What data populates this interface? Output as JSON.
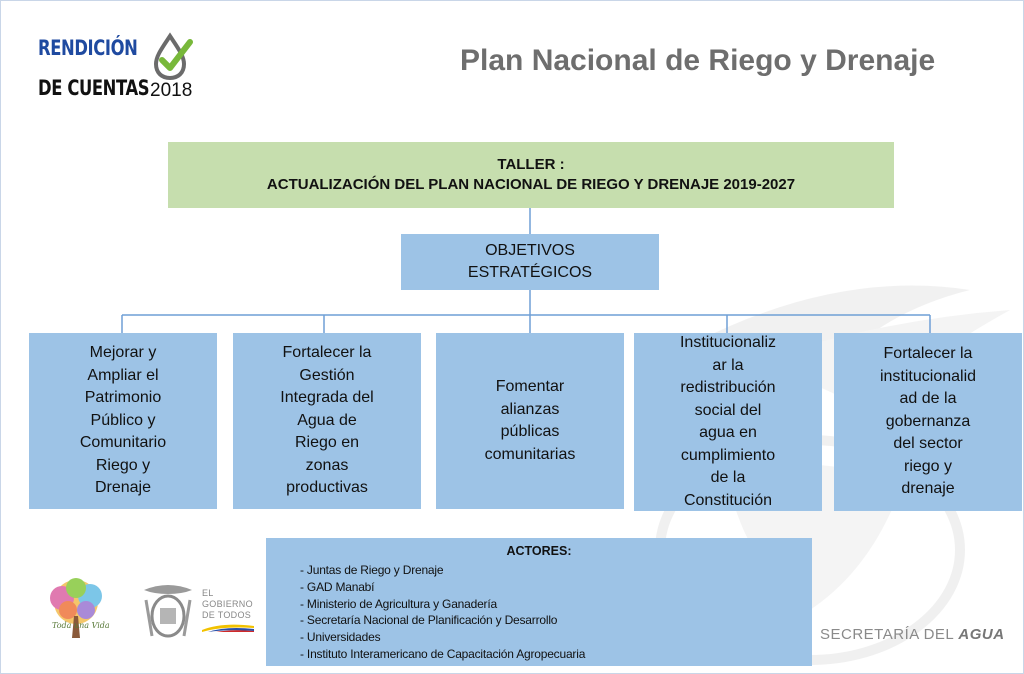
{
  "logo": {
    "line1": "RENDICIÓN",
    "line2": "DE CUENTAS",
    "year": "2018"
  },
  "title": "Plan Nacional de Riego y Drenaje",
  "taller": {
    "line1": "TALLER :",
    "line2": "ACTUALIZACIÓN DEL PLAN NACIONAL DE RIEGO Y DRENAJE 2019-2027"
  },
  "objetivos": {
    "line1": "OBJETIVOS",
    "line2": "ESTRATÉGICOS"
  },
  "objectives": [
    {
      "lines": [
        "Mejorar y",
        "Ampliar el",
        "Patrimonio",
        "Público y",
        "Comunitario",
        "Riego y",
        "Drenaje"
      ]
    },
    {
      "lines": [
        "Fortalecer la",
        "Gestión",
        "Integrada del",
        "Agua de",
        "Riego en",
        "zonas",
        "productivas"
      ]
    },
    {
      "lines": [
        "Fomentar",
        "alianzas",
        "públicas",
        "comunitarias"
      ]
    },
    {
      "lines": [
        "Institucionaliz",
        "ar la",
        "redistribución",
        "social del",
        "agua en",
        "cumplimiento",
        "de la",
        "Constitución"
      ]
    },
    {
      "lines": [
        "Fortalecer la",
        "institucionalid",
        "ad de la",
        "gobernanza",
        "del sector",
        "riego y",
        "drenaje"
      ]
    }
  ],
  "actores": {
    "heading": "ACTORES:",
    "items": [
      "- Juntas de Riego y Drenaje",
      "- GAD Manabí",
      "- Ministerio de Agricultura y Ganadería",
      "- Secretaría Nacional de Planificación y Desarrollo",
      "- Universidades",
      "- Instituto Interamericano de Capacitación Agropecuaria"
    ]
  },
  "footer": {
    "tree_logo_text": "Toda una Vida",
    "gobierno_line1": "EL",
    "gobierno_line2": "GOBIERNO",
    "gobierno_line3": "DE TODOS",
    "secretaria_light": "SECRETARÍA DEL",
    "secretaria_bold": "AGUA"
  },
  "colors": {
    "green_box": "#c6deae",
    "blue_box": "#9dc3e6",
    "connector": "#6f9fd6",
    "title_gray": "#6e6e6e",
    "logo_blue": "#1f4aa0"
  }
}
